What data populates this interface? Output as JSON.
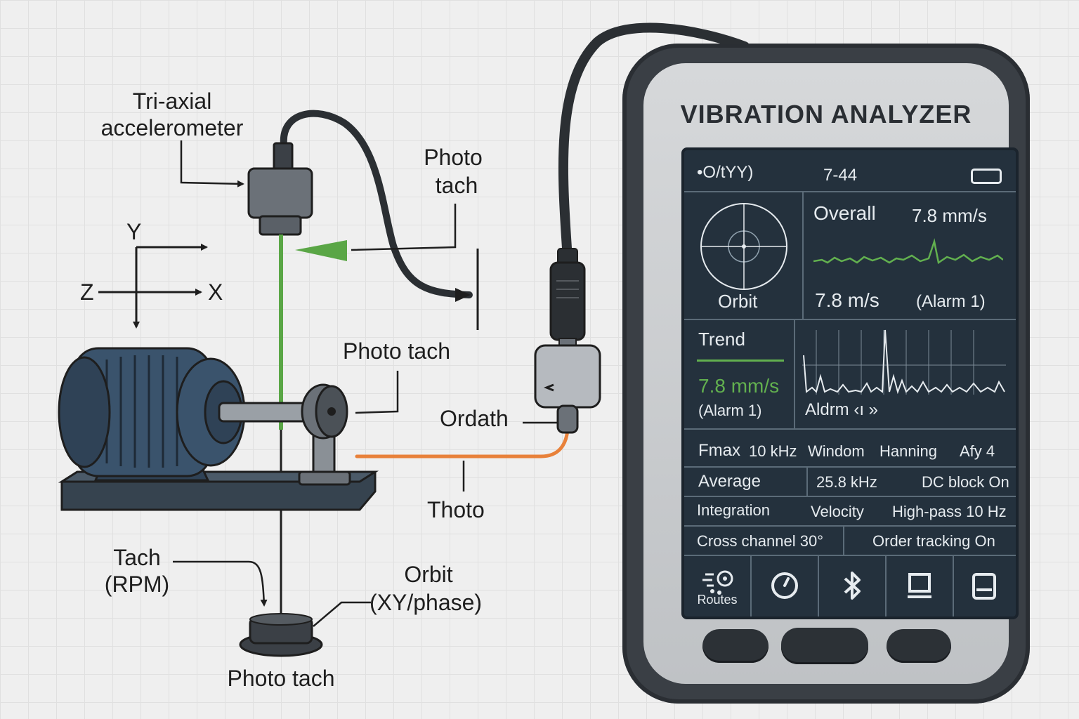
{
  "labels": {
    "accelerometer_line1": "Tri-axial",
    "accelerometer_line2": "accelerometer",
    "photo_tach_top_line1": "Photo",
    "photo_tach_top_line2": "tach",
    "axis_y": "Y",
    "axis_z": "Z",
    "axis_x": "X",
    "photo_tach_middle": "Photo tach",
    "ordath": "Ordath",
    "thoto": "Thoto",
    "tach_line1": "Tach",
    "tach_line2": "(RPM)",
    "orbit_line1": "Orbit",
    "orbit_line2": "(XY/phase)",
    "photo_tach_bottom": "Photo tach"
  },
  "device": {
    "title": "VIBRATION ANALYZER",
    "status_left": "•O/tYY)",
    "status_time": "7-44",
    "orbit_label": "Orbit",
    "overall_label": "Overall",
    "overall_value": "7.8 mm/s",
    "velocity_value": "7.8 m/s",
    "alarm_top": "(Alarm 1)",
    "trend_label": "Trend",
    "trend_value": "7.8 mm/s",
    "trend_alarm": "(Alarm 1)",
    "spectrum_alarm": "Aldrm ‹ı »",
    "settings": {
      "fmax_label": "Fmax",
      "fmax_value": "10 kHz",
      "window_label": "Windom",
      "window_value": "Hanning",
      "avg_count": "Afy 4",
      "average_label": "Average",
      "average_value": "25.8 kHz",
      "dc_block": "DC block On",
      "integration_label": "Integration",
      "integration_value": "Velocity",
      "highpass": "High-pass 10 Hz",
      "cross_channel": "Cross channel 30°",
      "order_tracking": "Order tracking On"
    },
    "nav": {
      "routes_label": "Routes"
    }
  },
  "colors": {
    "laser_green": "#5aa646",
    "signal_orange": "#e8813a",
    "screen_bg": "#24313d",
    "trace_green": "#62b04f",
    "motor_blue": "#3a536c"
  }
}
